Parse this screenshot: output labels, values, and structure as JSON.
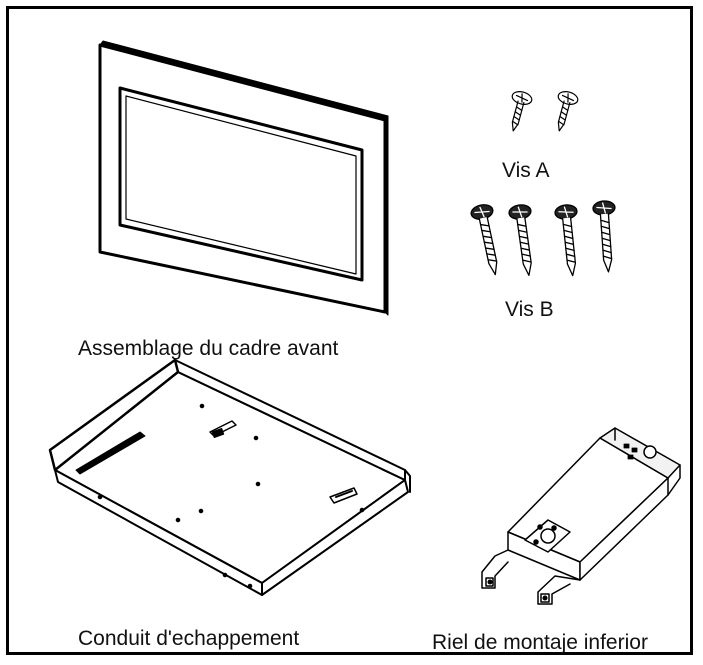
{
  "parts": {
    "front_frame": {
      "label": "Assemblage du cadre avant",
      "icon": "front-frame-assembly-icon"
    },
    "screws_a": {
      "label": "Vis A",
      "count": 2,
      "icon": "short-screw-icon"
    },
    "screws_b": {
      "label": "Vis B",
      "count": 4,
      "icon": "long-screw-icon"
    },
    "exhaust_duct": {
      "label": "Conduit d'echappement",
      "icon": "exhaust-duct-icon"
    },
    "bottom_rail": {
      "label": "Riel de montaje inferior",
      "icon": "bottom-mounting-rail-icon"
    }
  },
  "colors": {
    "line": "#000000",
    "background": "#ffffff",
    "light_fill": "#f2f2f2"
  }
}
